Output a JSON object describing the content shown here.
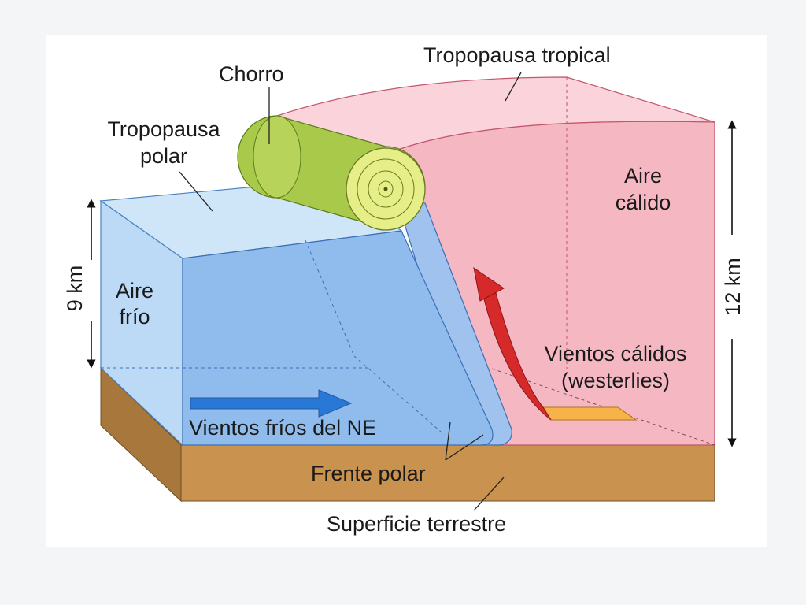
{
  "diagram": {
    "labels": {
      "tropical_tropopause": "Tropopausa tropical",
      "jet": "Chorro",
      "polar_tropopause_line1": "Tropopausa",
      "polar_tropopause_line2": "polar",
      "warm_air_line1": "Aire",
      "warm_air_line2": "cálido",
      "cold_air_line1": "Aire",
      "cold_air_line2": "frío",
      "height_cold": "9 km",
      "height_warm": "12 km",
      "warm_winds_line1": "Vientos cálidos",
      "warm_winds_line2": "(westerlies)",
      "cold_winds": "Vientos fríos del NE",
      "polar_front": "Frente polar",
      "earth_surface": "Superficie terrestre"
    },
    "colors": {
      "warm_air": "#f2a9b6",
      "cold_air": "#9cc7ee",
      "ground": "#c9924f",
      "jet_stream": "#a8c94a",
      "warm_wind_arrow": "#d62a2a",
      "cold_wind_arrow": "#2a78d6"
    }
  }
}
